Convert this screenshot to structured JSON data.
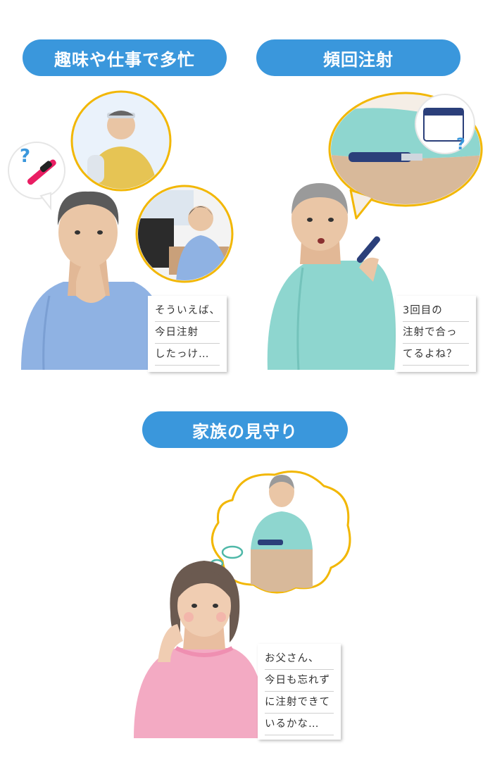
{
  "sections": {
    "hobby": {
      "title": "趣味や仕事で多忙",
      "note": [
        "そういえば、",
        "今日注射",
        "したっけ…"
      ]
    },
    "frequent": {
      "title": "頻回注射",
      "note": [
        "3回目の",
        "注射で合っ",
        "てるよね？"
      ]
    },
    "family": {
      "title": "家族の見守り",
      "note": [
        "お父さん、",
        "今日も忘れず",
        "に注射できて",
        "いるかな…"
      ]
    }
  },
  "colors": {
    "pill": "#3a97dc",
    "bubble_border": "#f2b705",
    "shirt_blue": "#8fb2e3",
    "shirt_green": "#8ed6cf",
    "shirt_pink": "#f3aac3"
  }
}
